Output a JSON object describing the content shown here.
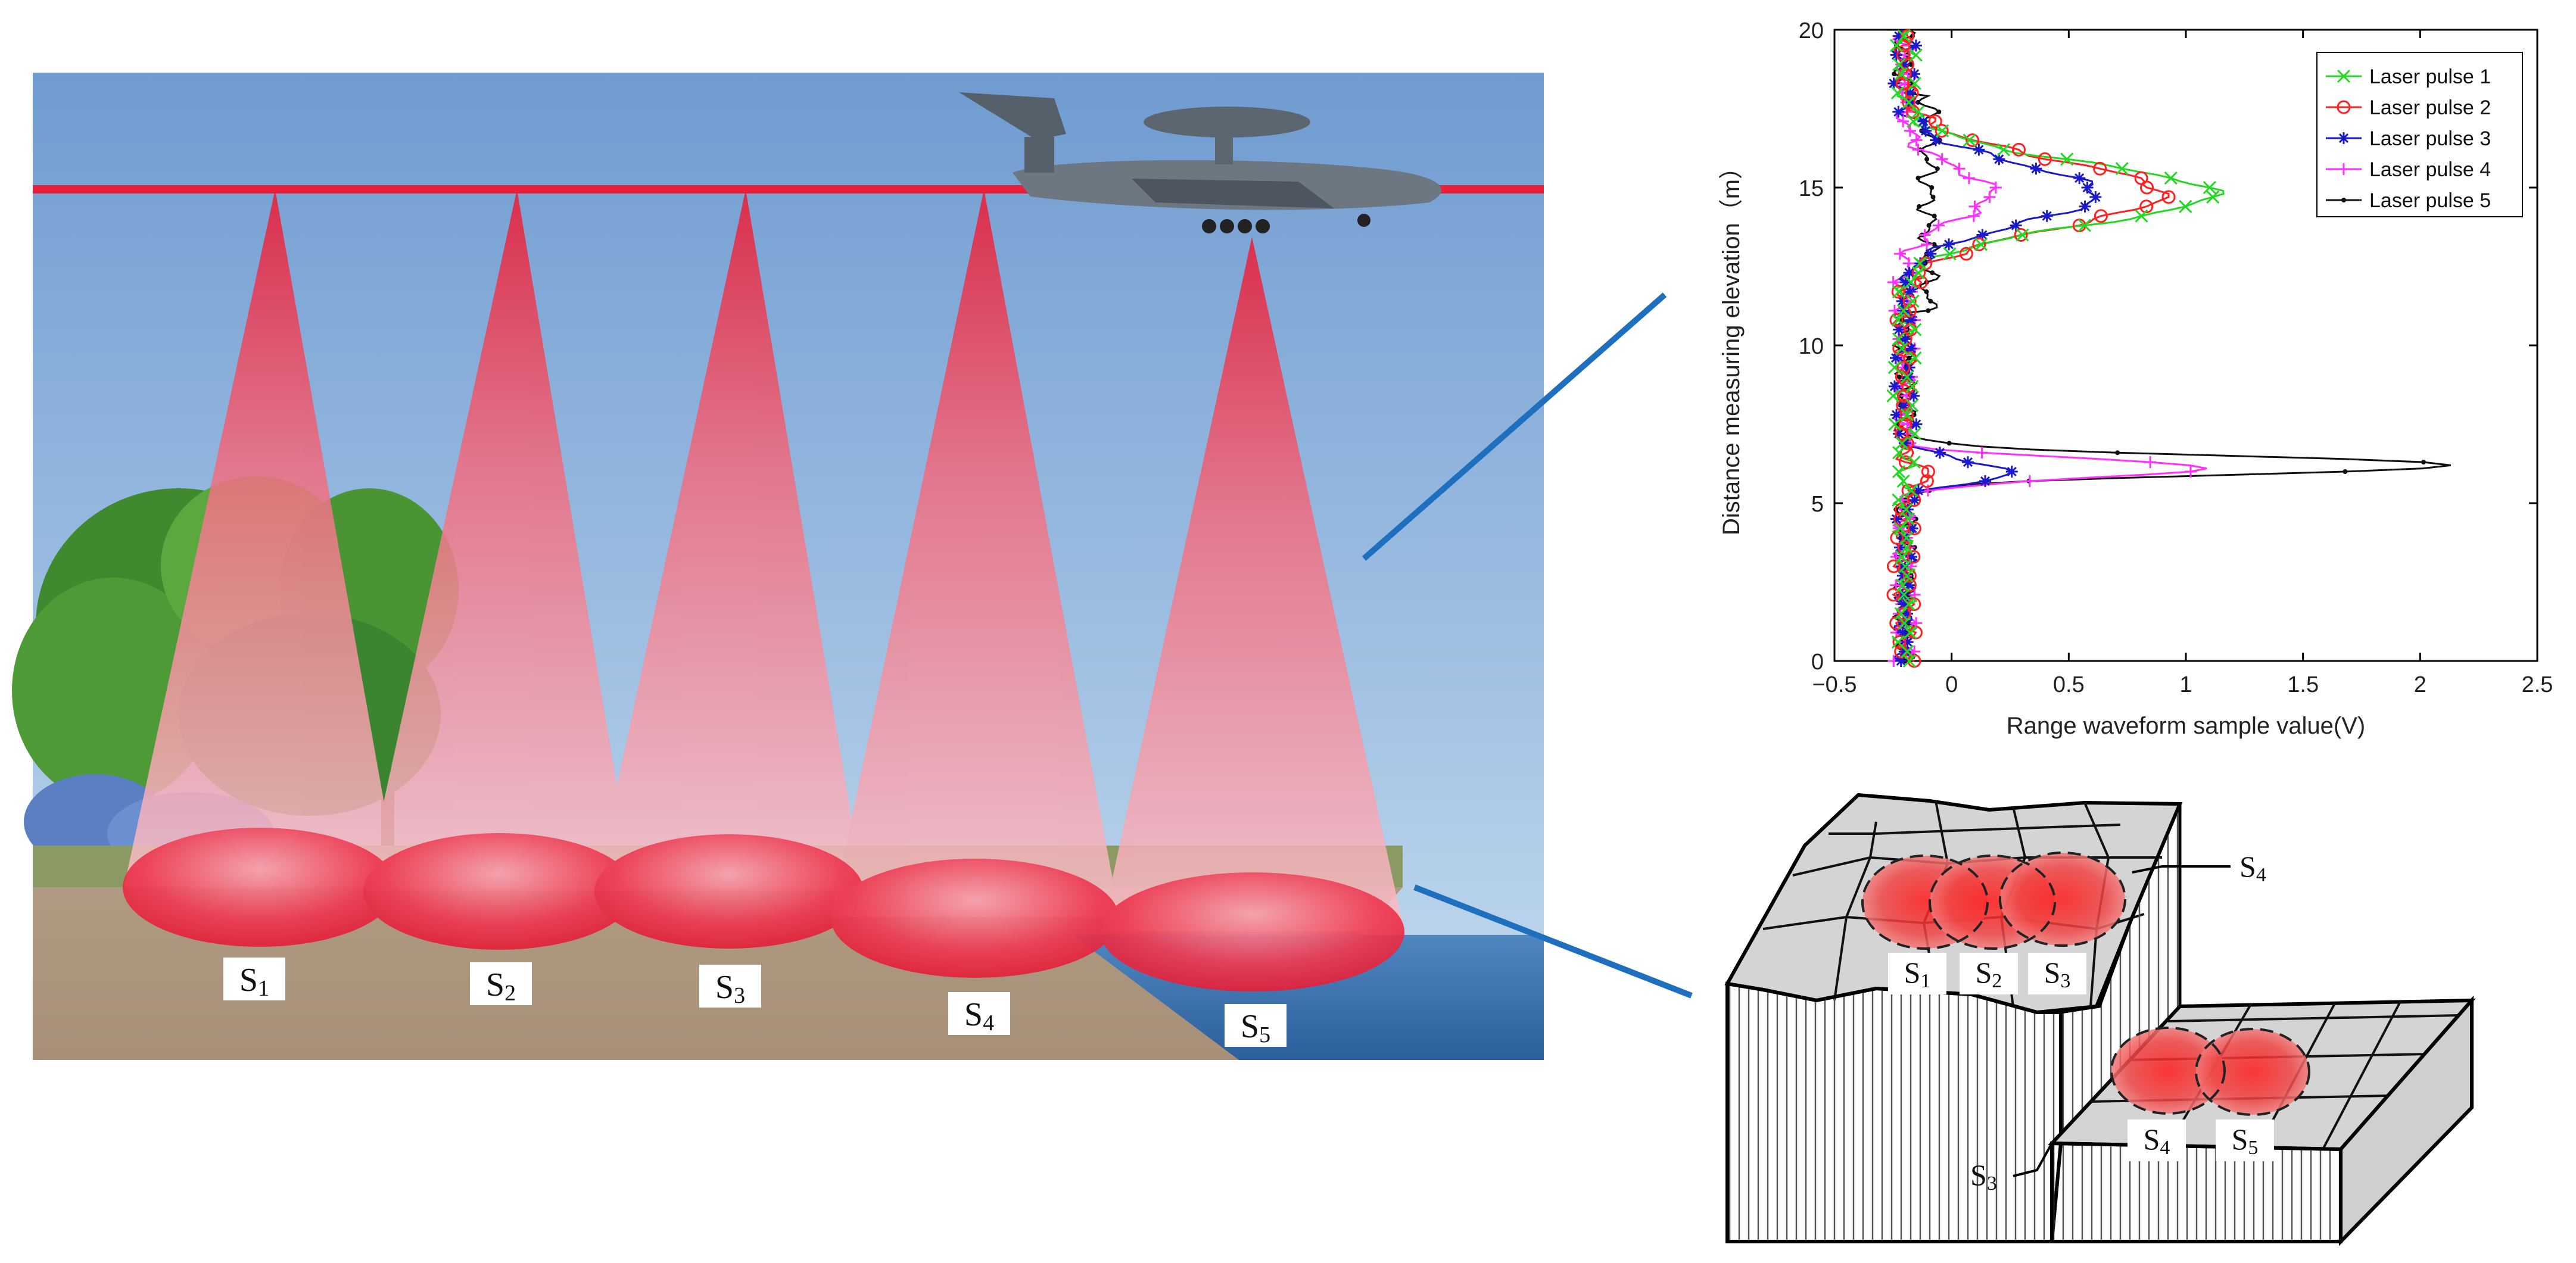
{
  "scene": {
    "footprints": [
      {
        "main": "S",
        "sub": "1"
      },
      {
        "main": "S",
        "sub": "2"
      },
      {
        "main": "S",
        "sub": "3"
      },
      {
        "main": "S",
        "sub": "4"
      },
      {
        "main": "S",
        "sub": "5"
      }
    ]
  },
  "chart_data": {
    "type": "line",
    "xlabel": "Range waveform sample value(V)",
    "ylabel": "Distance measuring elevation（m）",
    "xlim": [
      -0.5,
      2.5
    ],
    "ylim": [
      0,
      20
    ],
    "x_ticks": [
      "−0.5",
      "0",
      "0.5",
      "1",
      "1.5",
      "2",
      "2.5"
    ],
    "y_ticks": [
      "0",
      "5",
      "10",
      "15",
      "20"
    ],
    "legend_position": "top-right",
    "baseline": -0.2,
    "series": [
      {
        "name": "Laser pulse 1",
        "color": "#22d922",
        "marker": "x",
        "peaks": [
          {
            "y": 14.8,
            "amp": 1.32,
            "sigma": 0.95
          }
        ]
      },
      {
        "name": "Laser pulse 2",
        "color": "#ff2020",
        "marker": "o",
        "peaks": [
          {
            "y": 14.8,
            "amp": 1.1,
            "sigma": 1.05
          },
          {
            "y": 5.8,
            "amp": 0.1,
            "sigma": 0.3
          }
        ]
      },
      {
        "name": "Laser pulse 3",
        "color": "#1a1acc",
        "marker": "*",
        "peaks": [
          {
            "y": 14.8,
            "amp": 0.82,
            "sigma": 0.95
          },
          {
            "y": 6.0,
            "amp": 0.45,
            "sigma": 0.35
          }
        ]
      },
      {
        "name": "Laser pulse 4",
        "color": "#ff30ff",
        "marker": "+",
        "peaks": [
          {
            "y": 14.8,
            "amp": 0.37,
            "sigma": 0.8
          },
          {
            "y": 6.1,
            "amp": 1.3,
            "sigma": 0.3
          }
        ]
      },
      {
        "name": "Laser pulse 5",
        "color": "#111111",
        "marker": ".",
        "peaks": [
          {
            "y": 6.2,
            "amp": 2.32,
            "sigma": 0.3
          }
        ]
      }
    ]
  },
  "block": {
    "upper_labels": [
      {
        "main": "S",
        "sub": "1"
      },
      {
        "main": "S",
        "sub": "2"
      },
      {
        "main": "S",
        "sub": "3"
      }
    ],
    "lower_labels": [
      {
        "main": "S",
        "sub": "4"
      },
      {
        "main": "S",
        "sub": "5"
      }
    ],
    "callout_s4": {
      "main": "S",
      "sub": "4"
    },
    "callout_s3": {
      "main": "S",
      "sub": "3"
    }
  }
}
